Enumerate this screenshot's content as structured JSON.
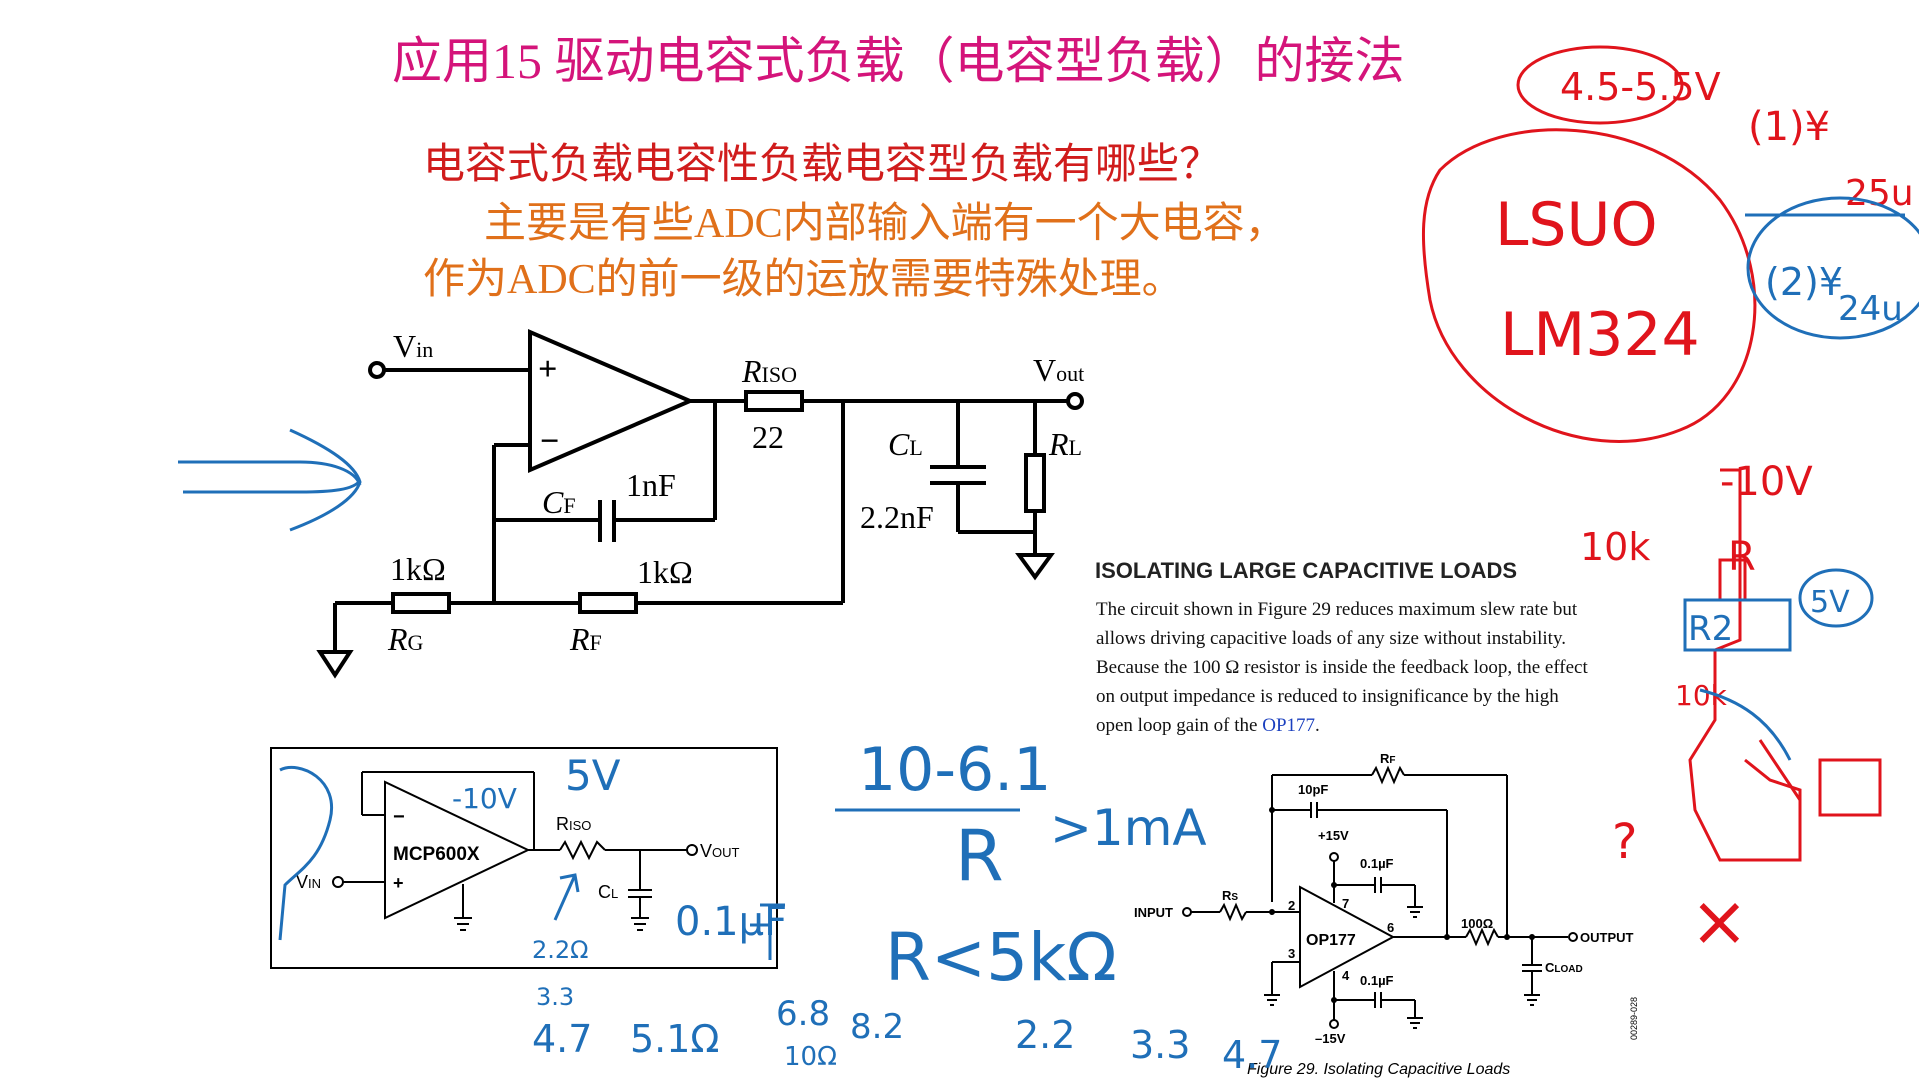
{
  "slide": {
    "title": "应用15 驱动电容式负载（电容型负载）的接法",
    "question": "电容式负载电容性负载电容型负载有哪些？",
    "answer_line1": "主要是有些ADC内部输入端有一个大电容，",
    "answer_line2": "作为ADC的前一级的运放需要特殊处理。",
    "colors": {
      "title": "#d4147a",
      "question": "#d01c1c",
      "answer": "#e0701a",
      "ink_red": "#e0141c",
      "ink_blue": "#1f6fb8"
    }
  },
  "circuit_main": {
    "vin": {
      "main": "V",
      "sub": "in"
    },
    "vout": {
      "main": "V",
      "sub": "out"
    },
    "plus": "+",
    "minus": "−",
    "riso": {
      "main": "R",
      "sub": "ISO"
    },
    "riso_value": "22",
    "cf": {
      "main": "C",
      "sub": "F"
    },
    "cf_value": "1nF",
    "cl": {
      "main": "C",
      "sub": "L"
    },
    "cl_value": "2.2nF",
    "rl": {
      "main": "R",
      "sub": "L"
    },
    "rg_value": "1kΩ",
    "rg": {
      "main": "R",
      "sub": "G"
    },
    "rf_value": "1kΩ",
    "rf": {
      "main": "R",
      "sub": "F"
    }
  },
  "article": {
    "heading": "ISOLATING LARGE CAPACITIVE LOADS",
    "lines": [
      "The circuit shown in Figure 29 reduces maximum slew rate but",
      "allows driving capacitive loads of any size without instability.",
      "Because the 100 Ω resistor is inside the feedback loop, the effect",
      "on output impedance is reduced to insignificance by the high"
    ],
    "last_line_prefix": "open loop gain of the ",
    "last_line_link": "OP177",
    "last_line_suffix": ".",
    "link_color": "#1a3fbf"
  },
  "circuit_mcp": {
    "opamp_label": "MCP600X",
    "vin": {
      "main": "V",
      "sub": "IN"
    },
    "riso": {
      "main": "R",
      "sub": "ISO"
    },
    "cl": {
      "main": "C",
      "sub": "L"
    },
    "vout": {
      "main": "V",
      "sub": "OUT"
    },
    "minus": "−",
    "plus": "+"
  },
  "circuit_op177": {
    "rf": {
      "main": "R",
      "sub": "F"
    },
    "c10p": "10pF",
    "v_plus": "+15V",
    "c_top": "0.1µF",
    "c_bot": "0.1µF",
    "v_minus": "–15V",
    "input": "INPUT",
    "rs": {
      "main": "R",
      "sub": "S"
    },
    "pin2": "2",
    "pin3": "3",
    "pin4": "4",
    "pin6": "6",
    "pin7": "7",
    "opamp_label": "OP177",
    "r100": "100Ω",
    "output": "OUTPUT",
    "cload": {
      "main": "C",
      "sub": "LOAD"
    },
    "fig_id": "00289-028",
    "caption": "Figure 29. Isolating Capacitive Loads"
  },
  "handwriting": {
    "red": {
      "supply": "4.5-5.5V",
      "part1": "LSUO",
      "part2": "LM324",
      "note_c1": "(1)¥",
      "note_25": "25u",
      "minus10v": "-10V",
      "r10k": "10k",
      "r_label": "R",
      "question": "?",
      "cross": "×",
      "r_bottom": "10k"
    },
    "blue": {
      "note_c2": "(2)¥",
      "note_24": "24u",
      "v5": "5V",
      "r2": "R2",
      "v5_top": "5V",
      "mcp_10v": "-10V",
      "ratio_top": "10-6.1",
      "ratio_bottom": "R",
      "ma": ">1mA",
      "r_less": "R<5kΩ",
      "c01": "0.1μF",
      "r22": "2.2Ω",
      "r33": "3.3",
      "r47": "4.7",
      "r51": "5.1Ω",
      "r68": "6.8",
      "r82": "8.2",
      "r10": "10Ω",
      "row_22": "2.2",
      "row_33": "3.3",
      "row_47": "4.7"
    }
  }
}
